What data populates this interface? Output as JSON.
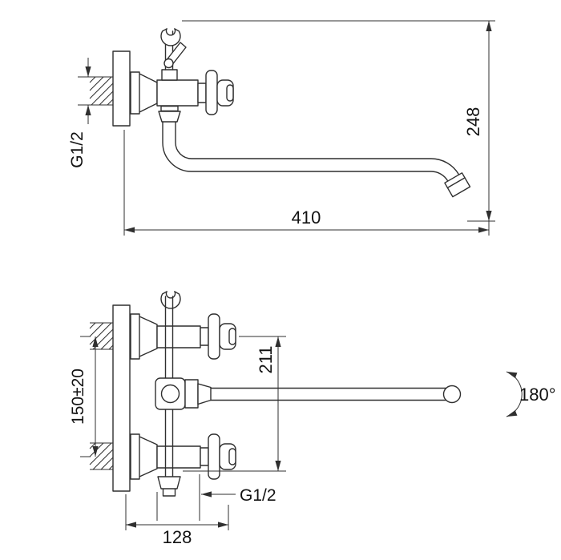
{
  "drawing": {
    "kind": "wall-mounted bath mixer faucet installation drawing",
    "line_color": "#2f2f2f",
    "text_color": "#121212",
    "background": "#ffffff",
    "side_view": {
      "overall_height": "248",
      "spout_reach": "410",
      "inlet_thread": "G1/2"
    },
    "front_view": {
      "inlet_centers": "150±20",
      "vertical_drop": "211",
      "spout_swivel": "180°",
      "outlet_thread": "G1/2",
      "wall_offset": "128"
    }
  }
}
